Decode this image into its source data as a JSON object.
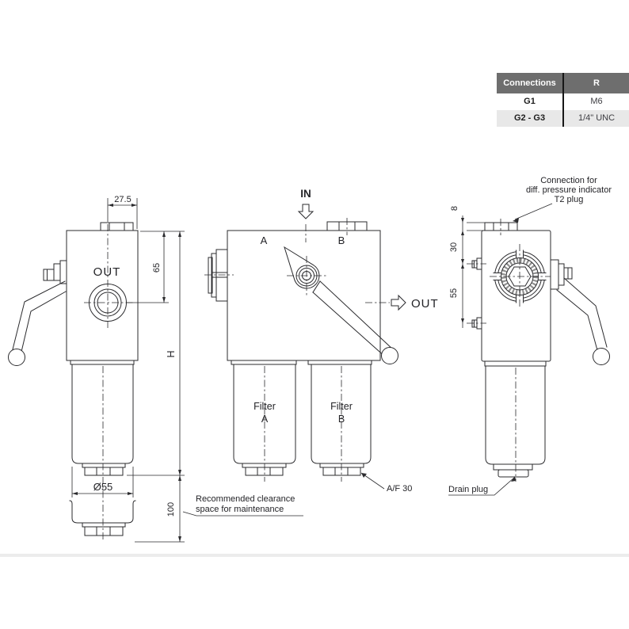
{
  "page": {
    "background": "#ffffff",
    "divider_color": "#ececec"
  },
  "table": {
    "header_bg": "#6e6e6e",
    "row_alt_bg": "#e8e8e8",
    "headers": [
      "Connections",
      "R"
    ],
    "rows": [
      {
        "connection": "G1",
        "thread": "M6"
      },
      {
        "connection": "G2 - G3",
        "thread": "1/4\" UNC"
      }
    ]
  },
  "drawing": {
    "line_color": "#2b2b2e",
    "left_view": {
      "out_label": "OUT",
      "dim_top_width": "27.5",
      "dim_out_height": "65",
      "dim_total_height": "H",
      "dim_bowl_dia": "Ø55",
      "dim_clearance": "100"
    },
    "front_view": {
      "in_label": "IN",
      "out_label": "OUT",
      "port_a": "A",
      "port_b": "B",
      "filter_a_line1": "Filter",
      "filter_a_line2": "A",
      "filter_b_line1": "Filter",
      "filter_b_line2": "B",
      "hex_size_note": "A/F 30"
    },
    "right_view": {
      "dim_plug_offset": "8",
      "dim_upper": "30",
      "dim_lower": "55",
      "note_line1": "Connection for",
      "note_line2": "diff. pressure indicator",
      "note_line3": "T2 plug",
      "drain_label": "Drain plug"
    },
    "maintenance_note_line1": "Recommended clearance",
    "maintenance_note_line2": "space for maintenance"
  }
}
